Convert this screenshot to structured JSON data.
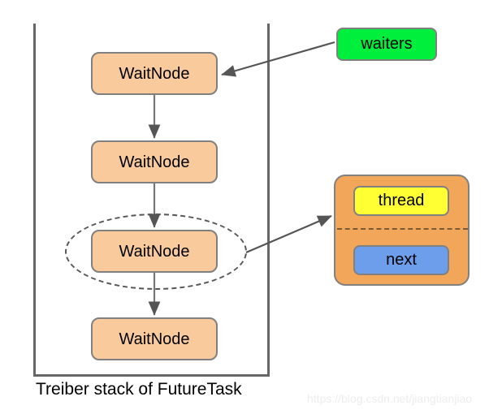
{
  "diagram": {
    "caption": "Treiber stack of FutureTask",
    "watermark": "https://blog.csdn.net/jiangtianjiao",
    "stack": {
      "frame_label": "Treiber stack of FutureTask",
      "nodes": [
        {
          "label": "WaitNode"
        },
        {
          "label": "WaitNode"
        },
        {
          "label": "WaitNode"
        },
        {
          "label": "WaitNode"
        }
      ],
      "links": [
        {
          "from": "WaitNode 1",
          "to": "WaitNode 2",
          "kind": "next-pointer"
        },
        {
          "from": "WaitNode 2",
          "to": "WaitNode 3",
          "kind": "next-pointer"
        },
        {
          "from": "WaitNode 3",
          "to": "WaitNode 4",
          "kind": "next-pointer"
        }
      ],
      "highlighted_node_index": 2
    },
    "pointer": {
      "label": "waiters",
      "points_to": "WaitNode 1"
    },
    "detail": {
      "title_source": "WaitNode 3",
      "fields": [
        {
          "name": "thread",
          "label": "thread"
        },
        {
          "name": "next",
          "label": "next"
        }
      ]
    },
    "colors": {
      "node_fill": "#F9CB9C",
      "node_stroke": "#808080",
      "waiters_fill": "#00EE3C",
      "panel_fill": "#F2A65A",
      "thread_fill": "#FFFF33",
      "next_fill": "#6D9EEB",
      "frame_stroke": "#666666",
      "arrow_stroke": "#555555",
      "dashed_stroke": "#555555",
      "watermark_color": "#EDEDED"
    }
  }
}
